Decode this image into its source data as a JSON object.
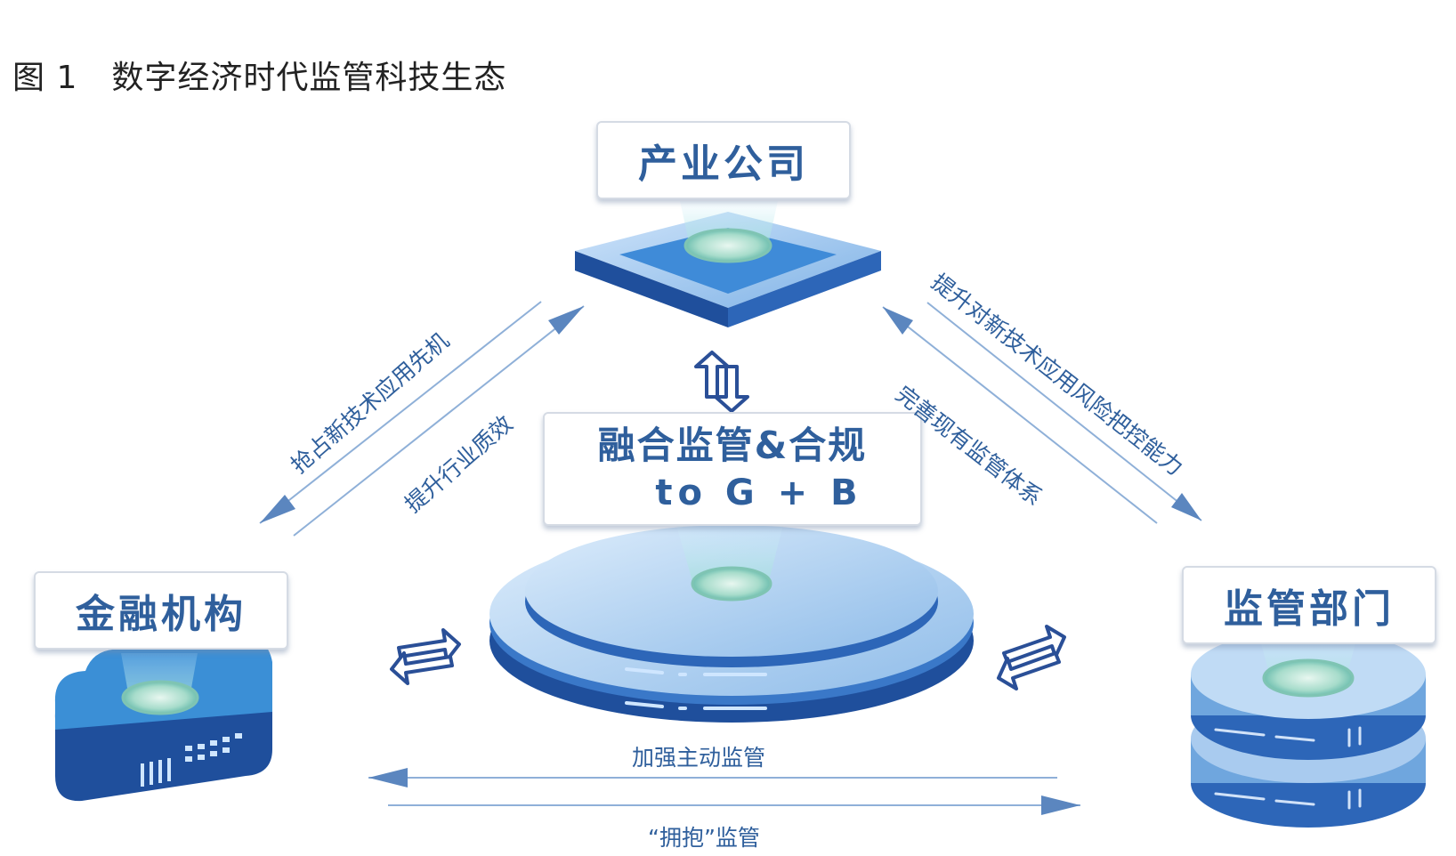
{
  "title": {
    "figure_number": "图 1",
    "text": "数字经济时代监管科技生态"
  },
  "nodes": {
    "industry": {
      "label": "产业公司"
    },
    "finance": {
      "label": "金融机构"
    },
    "regulator": {
      "label": "监管部门"
    },
    "center": {
      "line1": "融合监管&合规",
      "line2": "to G + B"
    }
  },
  "flows": {
    "finance_to_industry_top": "抢占新技术应用先机",
    "finance_to_industry_bottom": "提升行业质效",
    "industry_to_regulator_top": "提升对新技术应用风险把控能力",
    "industry_to_regulator_bottom": "完善现有监管体系",
    "regulator_to_finance": "加强主动监管",
    "finance_to_regulator": "“拥抱”监管"
  },
  "colors": {
    "label_text": "#2f5f9c",
    "arrow": "#5b86bf",
    "dark_blue": "#1f4f9c",
    "mid_blue": "#4a8ed6",
    "light_blue": "#a9cbef",
    "glow": "#8fd0c0"
  }
}
